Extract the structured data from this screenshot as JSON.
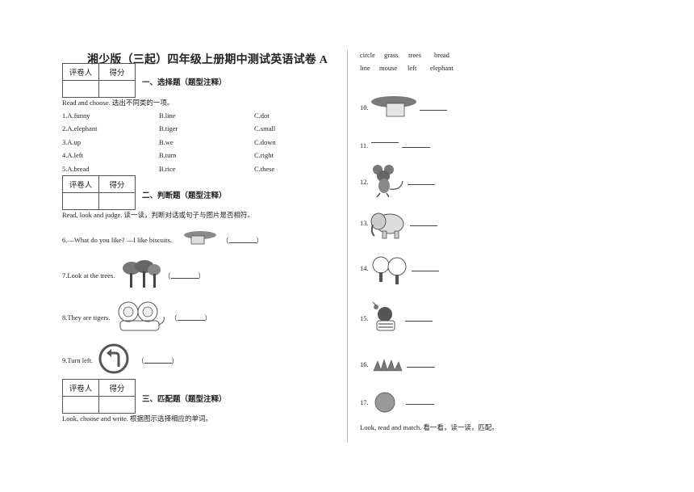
{
  "title": "湘少版（三起）四年级上册期中测试英语试卷 A",
  "score_box": {
    "reviewer": "评卷人",
    "score": "得分"
  },
  "section1": {
    "heading": "一、选择题（题型注释）",
    "instruction": "Read and choose. 选出不同类的一项。",
    "questions": [
      {
        "a": "1.A.funny",
        "b": "B.line",
        "c": "C.dot"
      },
      {
        "a": "2.A.elephant",
        "b": "B.tiger",
        "c": "C.small"
      },
      {
        "a": "3.A.up",
        "b": "B.we",
        "c": "C.down"
      },
      {
        "a": "4.A.left",
        "b": "B.turn",
        "c": "C.right"
      },
      {
        "a": "5.A.bread",
        "b": "B.rice",
        "c": "C.these"
      }
    ]
  },
  "section2": {
    "heading": "二、判断题（题型注释）",
    "instruction": "Read, look and judge. 读一读，判断对话或句子与图片是否相符。",
    "q6": "6.—What do you like?  —I like biscuits.",
    "q7": "7.Look at the trees.",
    "q8": "8.They are tigers.",
    "q9": "9.Turn left.",
    "paren_open": "（",
    "paren_close": "）"
  },
  "section3": {
    "heading": "三、匹配题（题型注释）",
    "instruction": "Look, choose and write. 根据图示选择相应的单词。"
  },
  "word_bank": {
    "row1": [
      "circle",
      "grass",
      "trees",
      "bread"
    ],
    "row2": [
      "line",
      "mouse",
      "left",
      "elephant"
    ]
  },
  "right_numbers": [
    "10.",
    "11.",
    "12.",
    "13.",
    "14.",
    "15.",
    "16.",
    "17."
  ],
  "footer_instruction": "Look, read and match. 看一看，读一读，匹配。"
}
